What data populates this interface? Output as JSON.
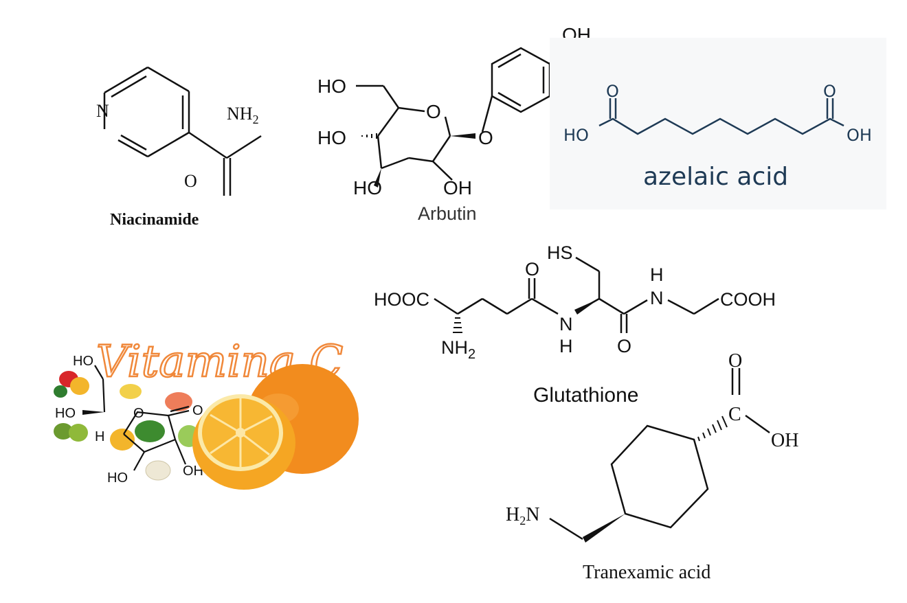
{
  "niacinamide": {
    "name": "Niacinamide",
    "atoms": {
      "ring_n": "N",
      "amide": "NH",
      "amide_sub": "2",
      "oxygen": "O"
    }
  },
  "arbutin": {
    "name": "Arbutin",
    "atoms": {
      "oh_phenol": "OH",
      "ho_ch2": "HO",
      "ring_o": "O",
      "glyco_o": "O",
      "ho_c4": "HO",
      "ho_c3": "HO",
      "oh_c2": "OH"
    }
  },
  "azelaic": {
    "name": "azelaic acid",
    "atoms": {
      "o_left": "O",
      "o_right": "O",
      "ho_left": "HO",
      "oh_right": "OH"
    },
    "colors": {
      "ink": "#1e3a55"
    }
  },
  "glutathione": {
    "name": "Glutathione",
    "atoms": {
      "hooc": "HOOC",
      "nh2": "NH",
      "nh2_sub": "2",
      "carbonyl_o1": "O",
      "amide_n1": "N",
      "amide_h1": "H",
      "hs": "HS",
      "carbonyl_o2": "O",
      "amide_n2": "N",
      "amide_h2": "H",
      "cooh": "COOH"
    }
  },
  "vitamin_c": {
    "title": "Vitamina C",
    "atoms": {
      "ho_top": "HO",
      "ho_mid": "HO",
      "h_left": "H",
      "ring_o": "O",
      "carbonyl_o": "O",
      "ho_bottom": "HO",
      "oh_bottom": "OH"
    },
    "colors": {
      "title": "#f0883a",
      "orange": "#f28c1e",
      "pulp": "#f7b733"
    }
  },
  "tranexamic": {
    "name": "Tranexamic acid",
    "atoms": {
      "carbonyl_o": "O",
      "carbon": "C",
      "oh": "OH",
      "h2n_h": "H",
      "h2n_sub": "2",
      "h2n_n": "N"
    }
  }
}
